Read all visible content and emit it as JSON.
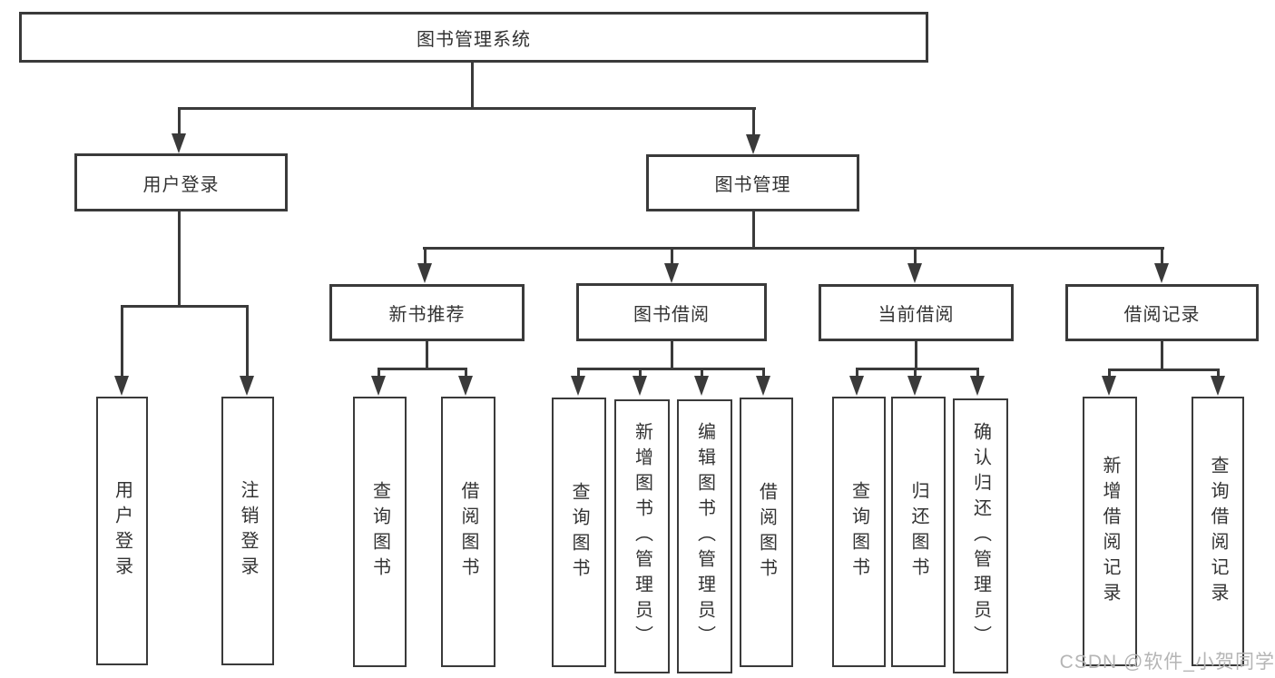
{
  "diagram": {
    "root": {
      "label": "图书管理系统"
    },
    "level2": [
      {
        "label": "用户登录"
      },
      {
        "label": "图书管理"
      }
    ],
    "level3": [
      {
        "label": "新书推荐"
      },
      {
        "label": "图书借阅"
      },
      {
        "label": "当前借阅"
      },
      {
        "label": "借阅记录"
      }
    ],
    "leaves": [
      {
        "label": "用户登录"
      },
      {
        "label": "注销登录"
      },
      {
        "label": "查询图书"
      },
      {
        "label": "借阅图书"
      },
      {
        "label": "查询图书"
      },
      {
        "label": "新增图书（管理员）"
      },
      {
        "label": "编辑图书（管理员）"
      },
      {
        "label": "借阅图书"
      },
      {
        "label": "查询图书"
      },
      {
        "label": "归还图书"
      },
      {
        "label": "确认归还（管理员）"
      },
      {
        "label": "新增借阅记录"
      },
      {
        "label": "查询借阅记录"
      }
    ]
  },
  "watermark": {
    "text": "CSDN @软件_小贺同学"
  },
  "colors": {
    "line": "#3a3a3a",
    "text": "#333333",
    "watermark": "#b5b5b5",
    "background": "#ffffff"
  }
}
